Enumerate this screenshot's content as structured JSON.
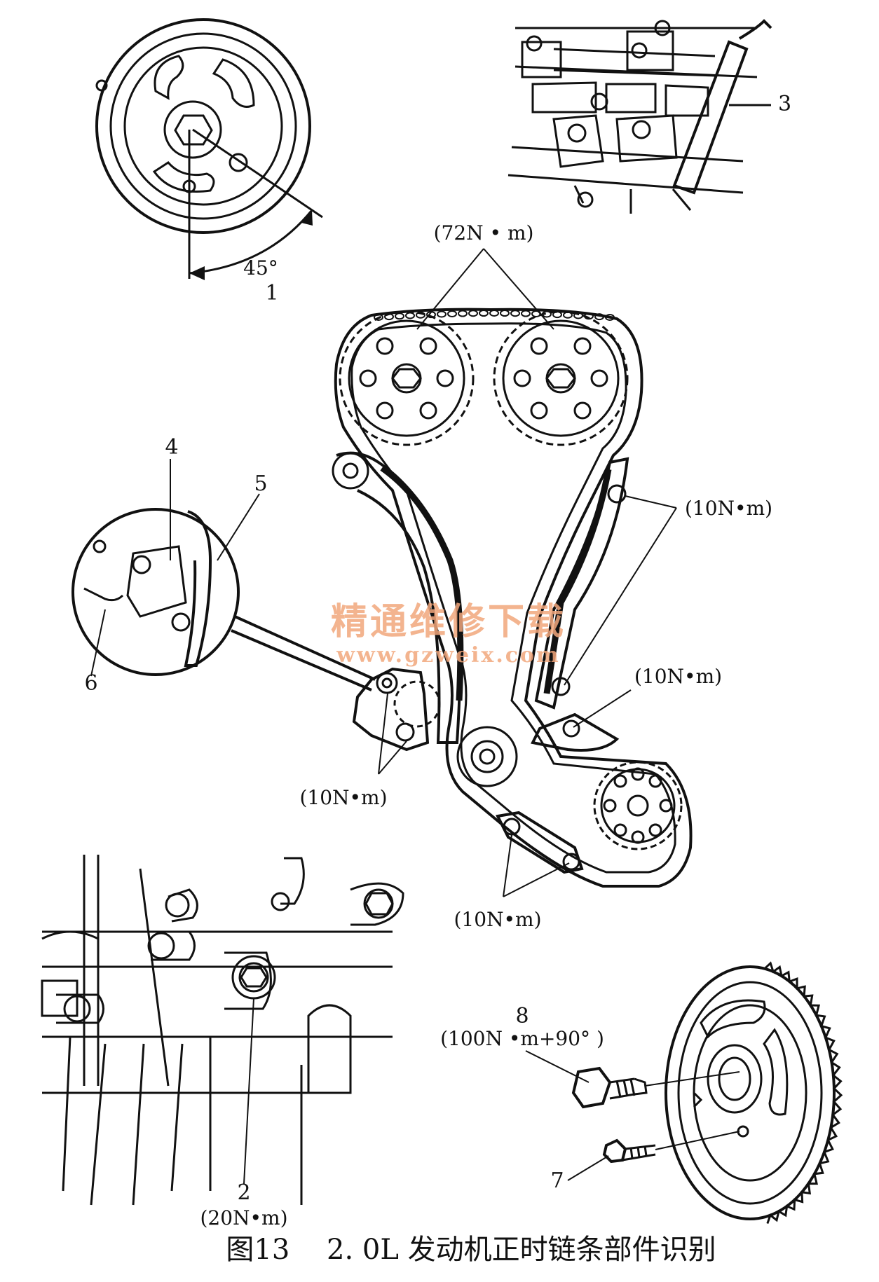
{
  "labels": {
    "l1": "1",
    "l2": "2",
    "l3": "3",
    "l4": "4",
    "l5": "5",
    "l6": "6",
    "l7": "7",
    "l8": "8"
  },
  "angle": "45°",
  "torques": {
    "cam_sprockets": "(72N • m)",
    "right_guide": "(10N•m)",
    "lower_right_guide": "(10N•m)",
    "tensioner": "(10N•m)",
    "lower_guide": "(10N•m)",
    "item2": "(20N•m)",
    "item8": "(100N •m+90° )"
  },
  "watermark": {
    "line1": "精通维修下载",
    "line2": "www.gzweix.com"
  },
  "caption": "图13　 2. 0L 发动机正时链条部件识别"
}
